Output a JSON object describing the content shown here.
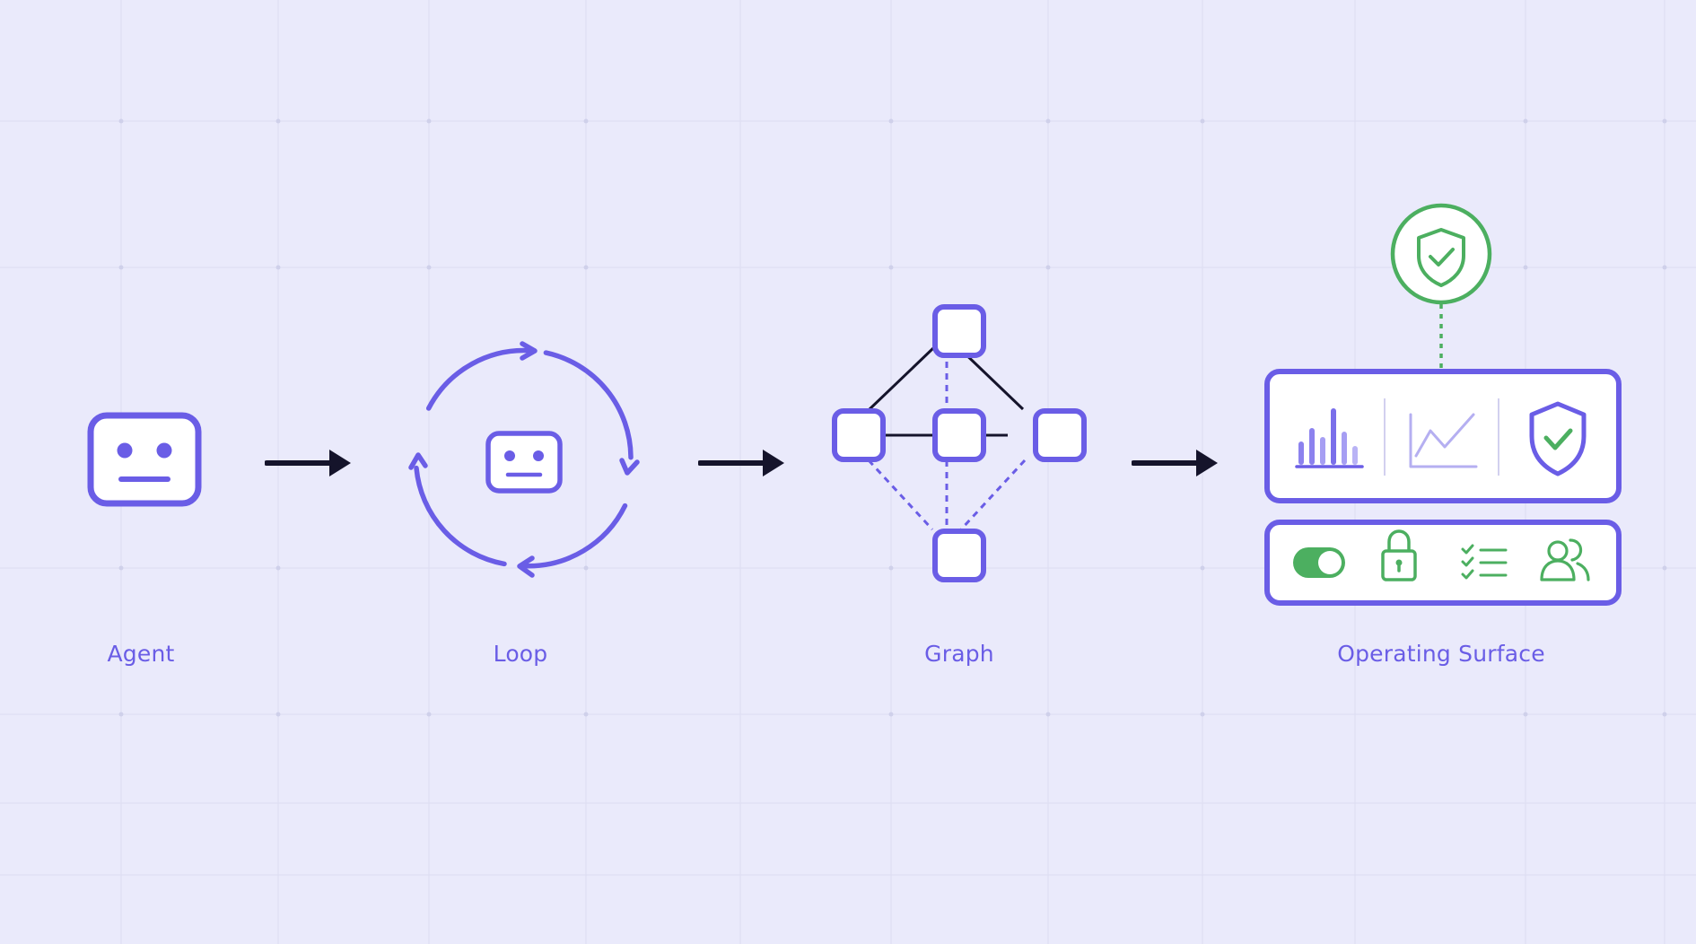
{
  "colors": {
    "background": "#eaeafb",
    "accent": "#6a5de6",
    "arrow": "#15142b",
    "success": "#4caf60",
    "panel_fill": "#ffffff"
  },
  "stages": [
    {
      "label": "Agent",
      "icon": "robot-face-icon"
    },
    {
      "label": "Loop",
      "icon": "cycle-robot-icon"
    },
    {
      "label": "Graph",
      "icon": "node-graph-icon"
    },
    {
      "label": "Operating Surface",
      "icon": "dashboard-panel-icon"
    }
  ],
  "operating_surface": {
    "top_badge": "shield-check-icon",
    "panel_top_icons": [
      "bar-chart-icon",
      "line-chart-icon",
      "shield-check-icon"
    ],
    "panel_bottom_icons": [
      "toggle-on-icon",
      "lock-icon",
      "checklist-icon",
      "users-icon"
    ],
    "toggle_state": "on"
  }
}
